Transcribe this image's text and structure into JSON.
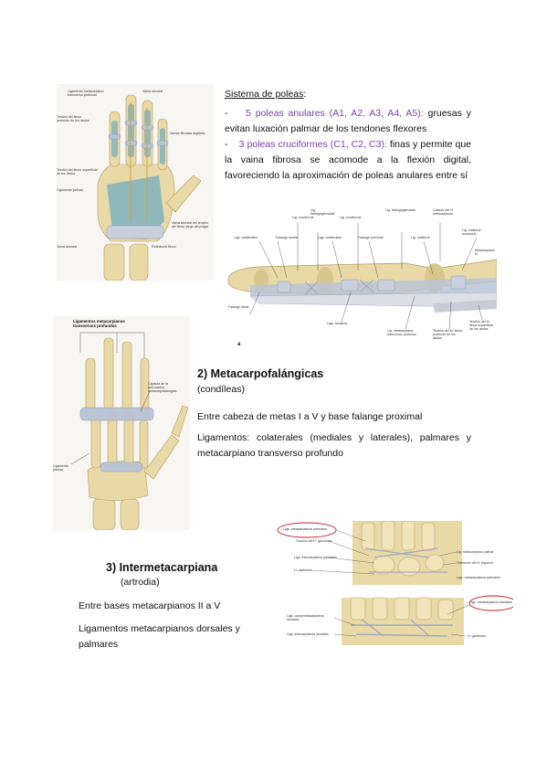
{
  "poleas": {
    "title": "Sistema de poleas",
    "colon": ":",
    "item1_dash": "-",
    "item1_highlight": "5 poleas anulares (A1, A2, A3, A4, A5):",
    "item1_rest": " gruesas y evitan luxación palmar de los tendones flexores",
    "item2_dash": "-",
    "item2_highlight": "3 poleas cruciformes (C1, C2, C3):",
    "item2_rest": " finas y permite que la vaina fibrosa se acomode a la flexión digital, favoreciendo la aproximación de poleas anulares entre sí"
  },
  "fig_hand": {
    "labels": [
      "Ligamento metacarpiano transverso profundo",
      "Vaina sinovial",
      "Tendón del flexor profundo de los dedos",
      "Vainas fibrosas digitales",
      "Tendón del flexor superficial de los dedos",
      "Ligamento palmar",
      "Vaina sinovial del tendón del flexor largo del pulgar",
      "Vaina sinovial",
      "Retináculo flexor"
    ]
  },
  "fig_finger": {
    "labels": {
      "cruc1": "Lig. cruciforme",
      "falg1": "Lig. falangoglenoidal",
      "cruc2": "Lig. cruciforme",
      "falg2": "Lig. falangoglenoidal",
      "cabeza": "Cabeza del H. metacarpiano",
      "colat": "Ligs. colaterales",
      "fmedia": "Falange media",
      "colat2": "Ligs. colaterales",
      "fprox": "Falange proximal",
      "colat3": "Lig. colateral",
      "colacc": "Lig. colateral accesorio",
      "metaiii": "Metacarpiano III",
      "fdistal": "Falange distal",
      "anulares": "Ligs. anulares",
      "transverso": "Lig. metacarpiano transverso profundo",
      "tprof": "Tendón del M. flexor profundo de los dedos",
      "tsup": "Tendón del M. flexor superficial de los dedos",
      "letter": "a"
    }
  },
  "fig_mcp": {
    "title": "Ligamentos metacarpianos transversos profundos",
    "capsula": "Cápsula de la articulación metacarpofalángica",
    "palmar": "Ligamento palmar"
  },
  "mcp": {
    "heading": "2) Metacarpofalángicas",
    "sub": "(condíleas)",
    "p1": "Entre cabeza de metas I a V y base falange proximal",
    "p2": "Ligamentos: colaterales (mediales y laterales), palmares y metacarpiano transverso profundo"
  },
  "fig_palm": {
    "circled": "Ligs. metacarpianos palmares",
    "l1": "Ligs. metacarpianos palmares",
    "l2": "Gancho del H. ganchoso",
    "l3": "Ligs. intercarpianos palmares",
    "l4": "H. pisiforme",
    "l5": "Tubérculo del H. trapecio",
    "l6": "Lig. radiocarpiano palmar"
  },
  "fig_dorsal": {
    "circled": "Ligs. metacarpianos dorsales",
    "l1": "Ligs. carpometacarpianos dorsales",
    "l2": "Ligs. intercarpianos dorsales",
    "l3": "H. ganchoso"
  },
  "intermeta": {
    "heading": "3) Intermetacarpiana",
    "sub": "(artrodia)",
    "p1": "Entre bases metacarpianos II a V",
    "p2": "Ligamentos metacarpianos dorsales y palmares"
  },
  "colors": {
    "bone": "#e9d9a6",
    "bone_shade": "#cdb67a",
    "ligament": "#b9c3d6",
    "sheath": "#7fb2bd",
    "accent_purple": "#7a3fb0",
    "circle_red": "#c8202a"
  }
}
